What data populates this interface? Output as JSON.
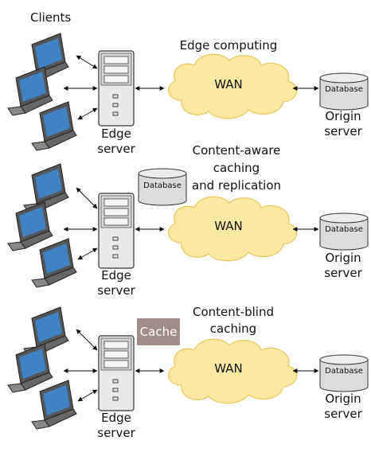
{
  "clients_label": "Clients",
  "sections": [
    {
      "id": "edge-computing",
      "title_lines": [
        "Edge computing"
      ],
      "wan_label": "WAN",
      "edge_label_lines": [
        "Edge",
        "server"
      ],
      "origin_database_label": "Database",
      "origin_label_lines": [
        "Origin",
        "server"
      ]
    },
    {
      "id": "content-aware",
      "title_lines": [
        "Content-aware",
        "caching",
        "and replication"
      ],
      "wan_label": "WAN",
      "edge_label_lines": [
        "Edge",
        "server"
      ],
      "edge_database_label": "Database",
      "origin_database_label": "Database",
      "origin_label_lines": [
        "Origin",
        "server"
      ]
    },
    {
      "id": "content-blind",
      "title_lines": [
        "Content-blind",
        "caching"
      ],
      "wan_label": "WAN",
      "cache_label": "Cache",
      "edge_label_lines": [
        "Edge",
        "server"
      ],
      "origin_database_label": "Database",
      "origin_label_lines": [
        "Origin",
        "server"
      ]
    }
  ],
  "colors": {
    "cloud_fill": "#fbe9a2",
    "cloud_stroke": "#e8c65a",
    "server_fill": "#e9e9e9",
    "laptop_screen": "#3f83c4",
    "cache_fill": "#a08f89"
  }
}
